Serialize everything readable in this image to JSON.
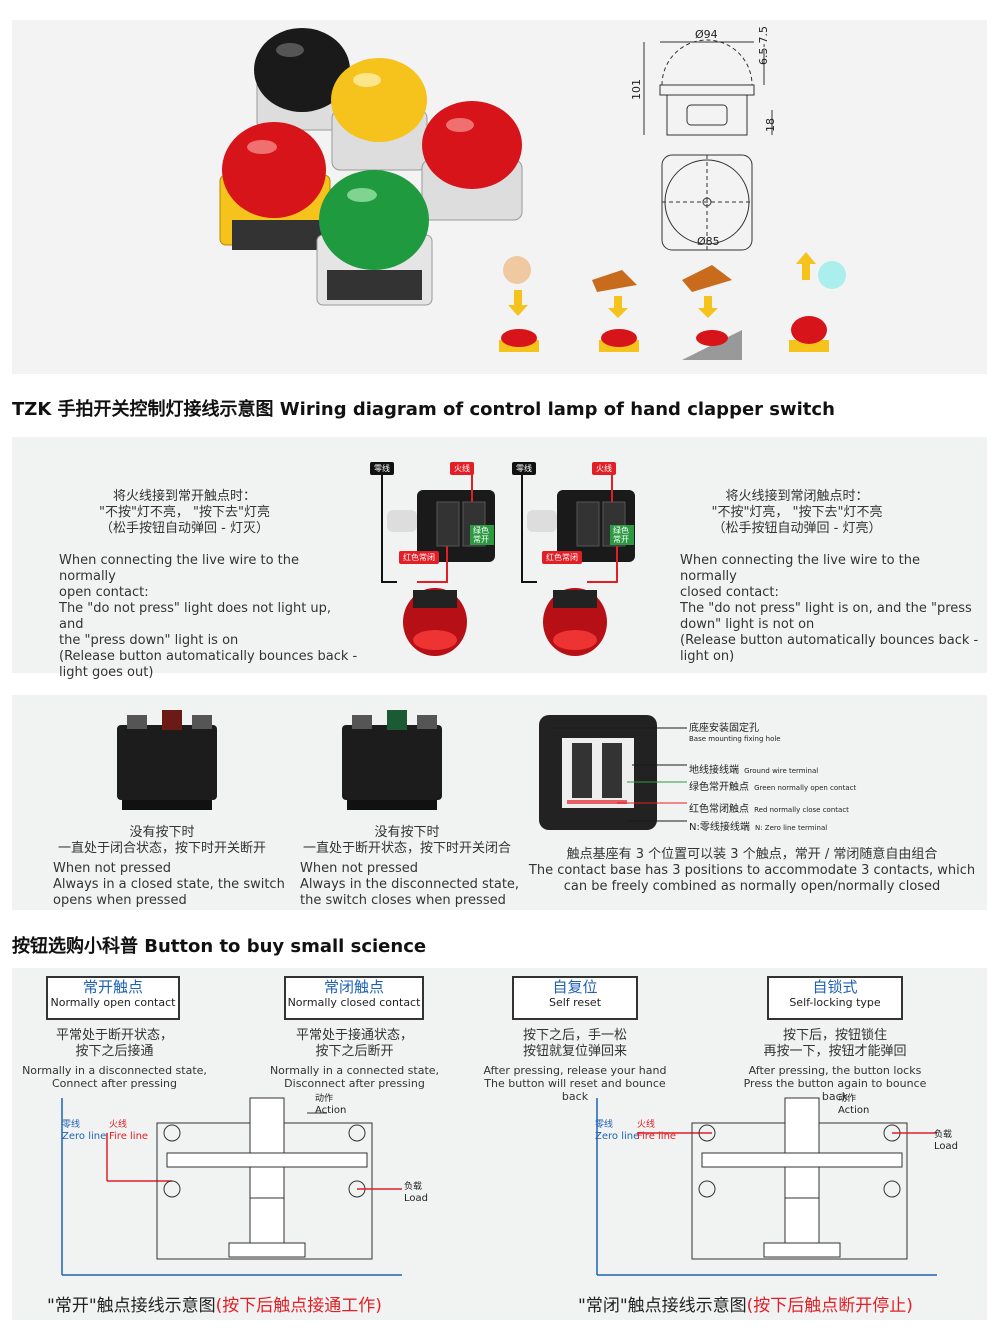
{
  "product": {
    "dimensions": {
      "top_dia": "Ø94",
      "dome_h": "6.5-7.5",
      "height": "101",
      "base_h": "18",
      "base_dia": "Ø85"
    }
  },
  "section1": {
    "title": "TZK 手拍开关控制灯接线示意图 Wiring diagram of control lamp of hand clapper switch",
    "left": {
      "cn1": "将火线接到常开触点时：",
      "cn2": "\"不按\"灯不亮， \"按下去\"灯亮",
      "cn3": "（松手按钮自动弹回 - 灯灭）",
      "en1": "When connecting the live wire to the normally",
      "en2": "open contact:",
      "en3": "The \"do not press\" light does not light up, and",
      "en4": "the \"press down\" light is on",
      "en5": "(Release button automatically bounces back -",
      "en6": "light goes out)"
    },
    "right": {
      "cn1": "将火线接到常闭触点时：",
      "cn2": "\"不按\"灯亮， \"按下去\"灯不亮",
      "cn3": "（松手按钮自动弹回 - 灯亮）",
      "en1": "When connecting the live wire to the normally",
      "en2": "closed contact:",
      "en3": "The \"do not press\" light is on, and the \"press",
      "en4": "down\" light is not on",
      "en5": "(Release button automatically bounces back -",
      "en6": "light on)"
    },
    "tags": {
      "zero": "零线",
      "fire": "火线",
      "green": "绿色常开",
      "red": "红色常闭"
    }
  },
  "section2": {
    "c1": {
      "cn1": "没有按下时",
      "cn2": "一直处于闭合状态，按下时开关断开",
      "en1": "When not pressed",
      "en2": "Always in a closed state, the switch",
      "en3": "opens when pressed"
    },
    "c2": {
      "cn1": "没有按下时",
      "cn2": "一直处于断开状态，按下时开关闭合",
      "en1": "When not pressed",
      "en2": "Always in the disconnected state,",
      "en3": "the switch closes when pressed"
    },
    "c3": {
      "labels": [
        {
          "cn": "底座安装固定孔",
          "en": "Base mounting fixing hole"
        },
        {
          "cn": "地线接线端",
          "en": "Ground wire terminal"
        },
        {
          "cn": "绿色常开触点",
          "en": "Green normally open contact"
        },
        {
          "cn": "红色常闭触点",
          "en": "Red normally close contact"
        },
        {
          "cn": "N:零线接线端",
          "en": "N: Zero line terminal"
        }
      ],
      "cn": "触点基座有 3 个位置可以装 3 个触点，常开 / 常闭随意自由组合",
      "en1": "The contact base has 3 positions to accommodate 3 contacts, which",
      "en2": "can be freely combined as normally open/normally closed"
    }
  },
  "section3": {
    "title": "按钮选购小科普 Button to buy small science",
    "boxes": [
      {
        "cn": "常开触点",
        "en": "Normally open contact",
        "d1": "平常处于断开状态，",
        "d2": "按下之后接通",
        "e1": "Normally in a disconnected state,",
        "e2": "Connect after pressing"
      },
      {
        "cn": "常闭触点",
        "en": "Normally closed contact",
        "d1": "平常处于接通状态，",
        "d2": "按下之后断开",
        "e1": "Normally in a connected state,",
        "e2": "Disconnect after pressing"
      },
      {
        "cn": "自复位",
        "en": "Self reset",
        "d1": "按下之后，手一松",
        "d2": "按钮就复位弹回来",
        "e1": "After pressing, release your hand",
        "e2": "The button will reset and bounce back"
      },
      {
        "cn": "自锁式",
        "en": "Self-locking type",
        "d1": "按下后，按钮锁住",
        "d2": "再按一下，按钮才能弹回",
        "e1": "After pressing, the button locks",
        "e2": "Press the button again to bounce back"
      }
    ],
    "diagram": {
      "zero_cn": "零线",
      "zero_en": "Zero line",
      "fire_cn": "火线",
      "fire_en": "Fire line",
      "action_cn": "动作",
      "action_en": "Action",
      "load_cn": "负载",
      "load_en": "Load"
    },
    "caption_left": {
      "a": "\"常开\"触点接线示意图",
      "b": "(按下后触点接通工作)"
    },
    "caption_right": {
      "a": "\"常闭\"触点接线示意图",
      "b": "(按下后触点断开停止)"
    }
  },
  "colors": {
    "red": "#e21f26",
    "green": "#2b9a43",
    "blue": "#1e62b6",
    "yellow": "#f6c21c"
  }
}
